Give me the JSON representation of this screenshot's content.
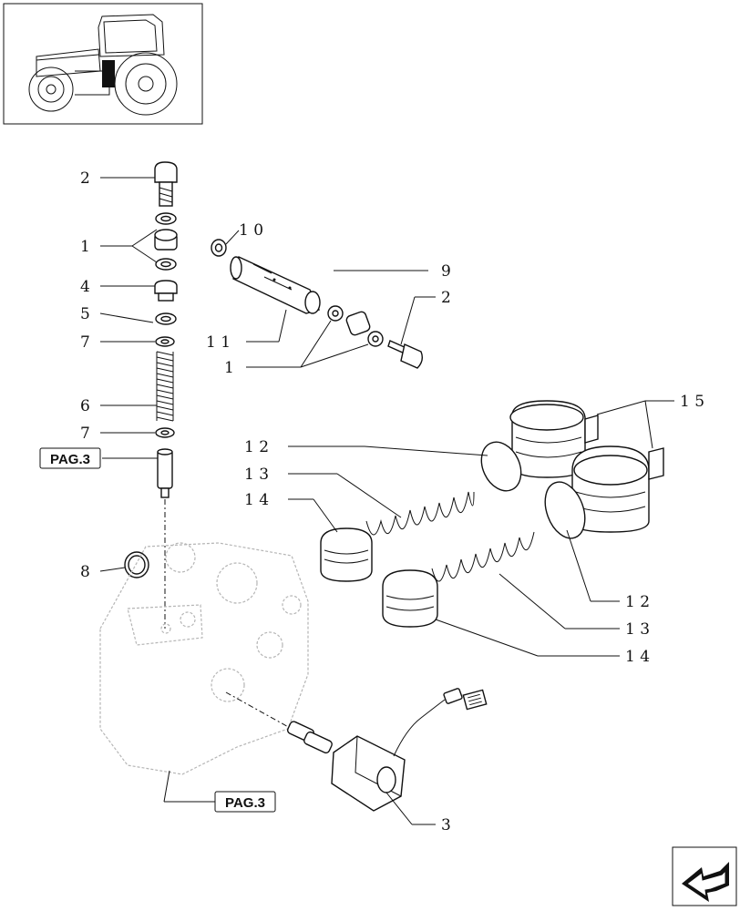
{
  "callouts": {
    "c2a": "2",
    "c1a": "1",
    "c4": "4",
    "c5": "5",
    "c7a": "7",
    "c6": "6",
    "c7b": "7",
    "c10": "1 0",
    "c9": "9",
    "c2b": "2",
    "c11": "1 1",
    "c1b": "1",
    "c15": "1 5",
    "c12a": "1 2",
    "c13a": "1 3",
    "c14a": "1 4",
    "c12b": "1 2",
    "c13b": "1 3",
    "c14b": "1 4",
    "c8": "8",
    "c3": "3"
  },
  "page_refs": {
    "top": "PAG.3",
    "bottom": "PAG.3"
  }
}
